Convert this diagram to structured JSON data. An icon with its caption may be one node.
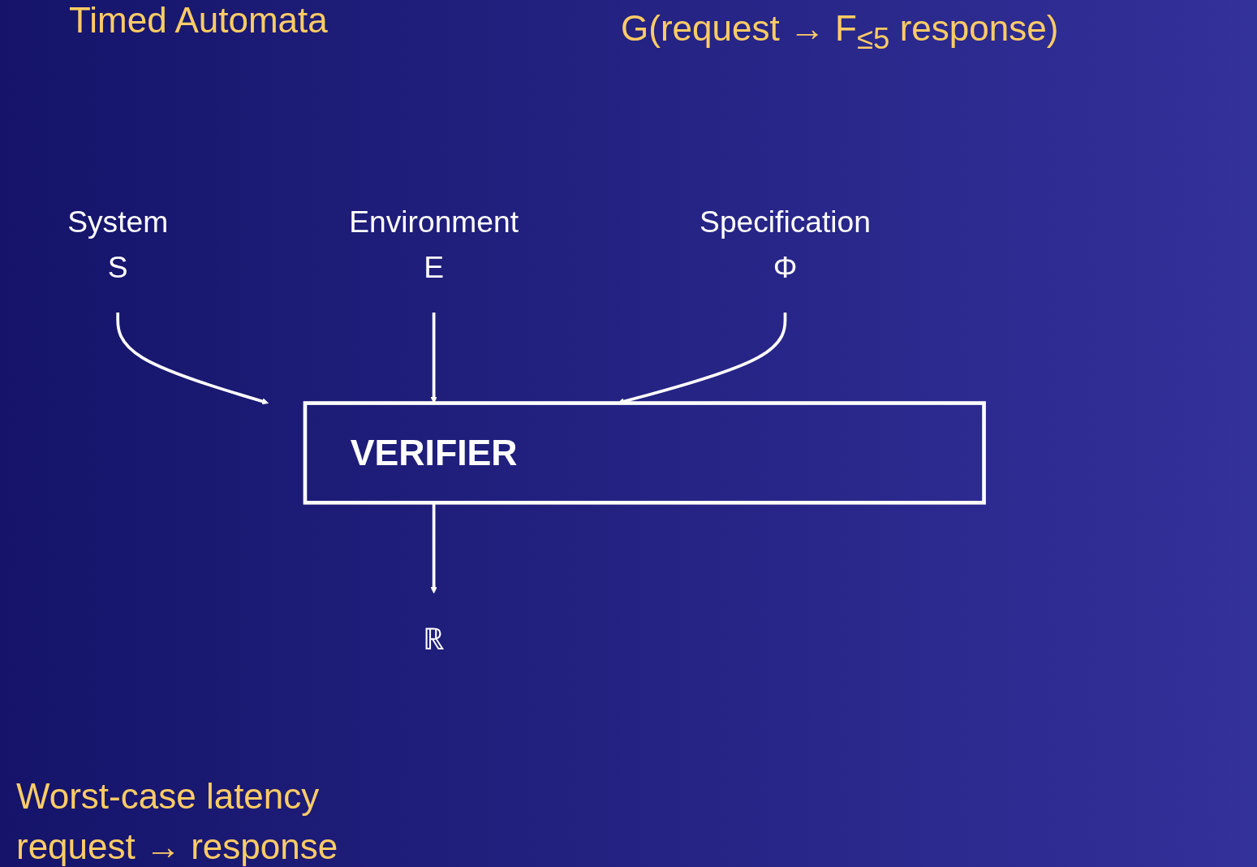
{
  "diagram": {
    "nodes": [
      {
        "text": [
          "System",
          "S"
        ]
      },
      {
        "text": [
          "Environment",
          "E"
        ]
      },
      {
        "text": [
          "Specification",
          "Φ"
        ]
      },
      {
        "text": [
          "VERIFIER"
        ]
      },
      {
        "text": [
          "ℝ"
        ]
      }
    ],
    "edges": [
      {
        "from": 0,
        "to": 3,
        "arrow": "to"
      },
      {
        "from": 1,
        "to": 3,
        "arrow": "to"
      },
      {
        "from": 2,
        "to": 3,
        "arrow": "to"
      },
      {
        "from": 3,
        "to": 4,
        "arrow": "to"
      }
    ],
    "labels": [
      "Timed Automata",
      "G(request → F$_{≤5}$ response)",
      "Worst-case latency request → response"
    ]
  }
}
